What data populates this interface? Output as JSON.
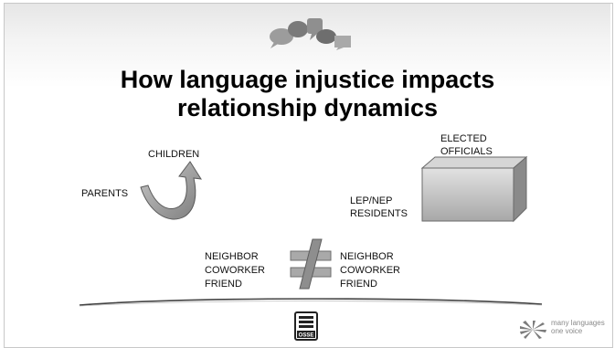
{
  "slide": {
    "title_line1": "How language injustice impacts",
    "title_line2": "relationship dynamics"
  },
  "left_group": {
    "children_label": "CHILDREN",
    "parents_label": "PARENTS"
  },
  "right_group": {
    "elected_line1": "ELECTED",
    "elected_line2": "OFFICIALS",
    "lep_line1": "LEP/NEP",
    "lep_line2": "RESIDENTS"
  },
  "bottom_group": {
    "left": [
      "NEIGHBOR",
      "COWORKER",
      "FRIEND"
    ],
    "right": [
      "NEIGHBOR",
      "COWORKER",
      "FRIEND"
    ]
  },
  "footer": {
    "osse_logo_text": "OSSE",
    "brand_line1": "many languages",
    "brand_line2": "one voice"
  },
  "icons": {
    "header": "speech-bubbles-icon",
    "curved_arrow": "curved-arrow-icon",
    "box": "3d-box-icon",
    "not_equal": "not-equal-icon",
    "osse": "osse-logo",
    "mlov": "mlov-logo"
  },
  "colors": {
    "bubbles": "#8a8a8a",
    "arrow_fill": "#9a9a9a",
    "box_front": "#bdbdbd",
    "not_equal": "#a8a8a8"
  }
}
